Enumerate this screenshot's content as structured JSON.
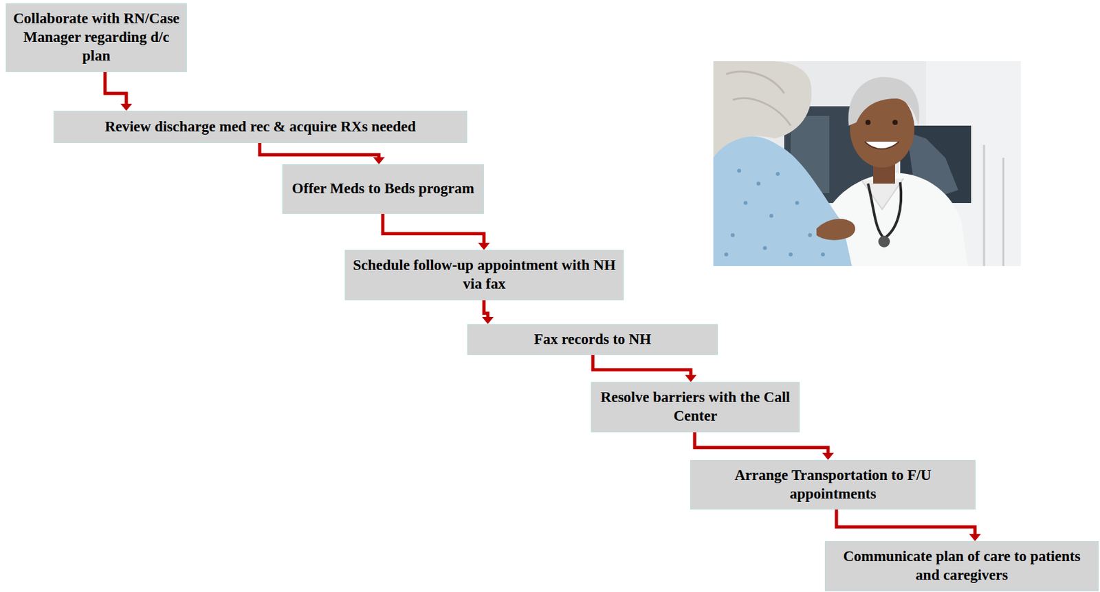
{
  "diagram": {
    "nodes": [
      {
        "text": [
          "Collaborate with RN/Case Manager regarding d/c plan"
        ]
      },
      {
        "text": [
          "Review discharge med rec & acquire RXs needed"
        ]
      },
      {
        "text": [
          "Offer Meds to Beds program"
        ]
      },
      {
        "text": [
          "Schedule follow-up appointment with NH via fax"
        ]
      },
      {
        "text": [
          "Fax records to NH"
        ]
      },
      {
        "text": [
          "Resolve barriers with the Call Center"
        ]
      },
      {
        "text": [
          "Arrange Transportation to F/U appointments"
        ]
      },
      {
        "text": [
          "Communicate plan of care to patients and caregivers"
        ]
      }
    ],
    "edges": [
      {
        "from": 0,
        "to": 1,
        "arrow": "to"
      },
      {
        "from": 1,
        "to": 2,
        "arrow": "to"
      },
      {
        "from": 2,
        "to": 3,
        "arrow": "to"
      },
      {
        "from": 3,
        "to": 4,
        "arrow": "to"
      },
      {
        "from": 4,
        "to": 5,
        "arrow": "to"
      },
      {
        "from": 5,
        "to": 6,
        "arrow": "to"
      },
      {
        "from": 6,
        "to": 7,
        "arrow": "to"
      }
    ]
  }
}
